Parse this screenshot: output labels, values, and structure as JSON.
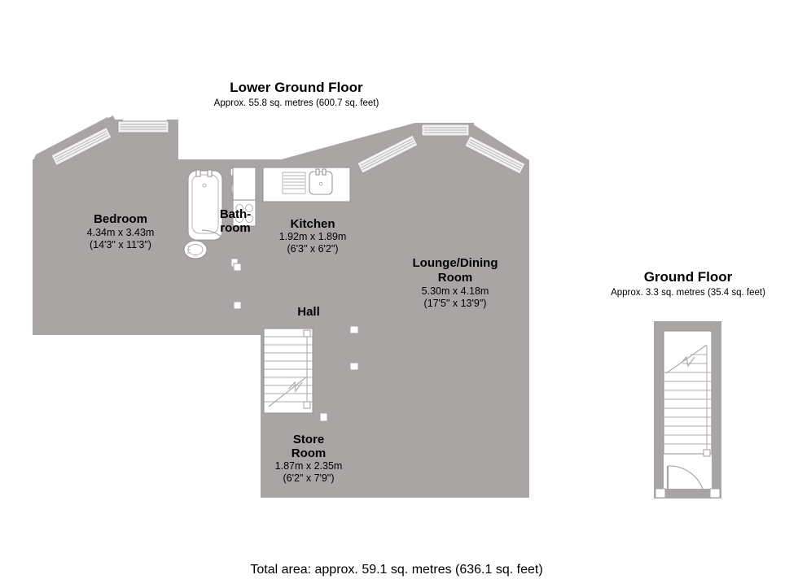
{
  "document": {
    "type": "floor-plan",
    "total_area_text": "Total area: approx. 59.1 sq. metres (636.1 sq. feet)"
  },
  "floors": [
    {
      "id": "lower-ground",
      "title": "Lower Ground Floor",
      "area_text": "Approx. 55.8 sq. metres (600.7 sq. feet)",
      "rooms": [
        {
          "id": "bedroom",
          "name": "Bedroom",
          "dim_metric": "4.34m x 3.43m",
          "dim_imperial": "(14'3\" x 11'3\")"
        },
        {
          "id": "bathroom",
          "name_line1": "Bath-",
          "name_line2": "room",
          "dim_metric": "",
          "dim_imperial": ""
        },
        {
          "id": "kitchen",
          "name": "Kitchen",
          "dim_metric": "1.92m x 1.89m",
          "dim_imperial": "(6'3\" x 6'2\")"
        },
        {
          "id": "lounge-dining",
          "name_line1": "Lounge/Dining",
          "name_line2": "Room",
          "dim_metric": "5.30m x 4.18m",
          "dim_imperial": "(17'5\" x 13'9\")"
        },
        {
          "id": "hall",
          "name": "Hall",
          "dim_metric": "",
          "dim_imperial": ""
        },
        {
          "id": "store-room",
          "name_line1": "Store",
          "name_line2": "Room",
          "dim_metric": "1.87m x 2.35m",
          "dim_imperial": "(6'2\" x 7'9\")"
        }
      ]
    },
    {
      "id": "ground",
      "title": "Ground Floor",
      "area_text": "Approx. 3.3 sq. metres (35.4 sq. feet)",
      "rooms": []
    }
  ],
  "colors": {
    "wall": "#a9a5a5",
    "floor": "#ffffff",
    "text": "#000000",
    "fixture_stroke": "#9a9595",
    "background": "#ffffff"
  }
}
